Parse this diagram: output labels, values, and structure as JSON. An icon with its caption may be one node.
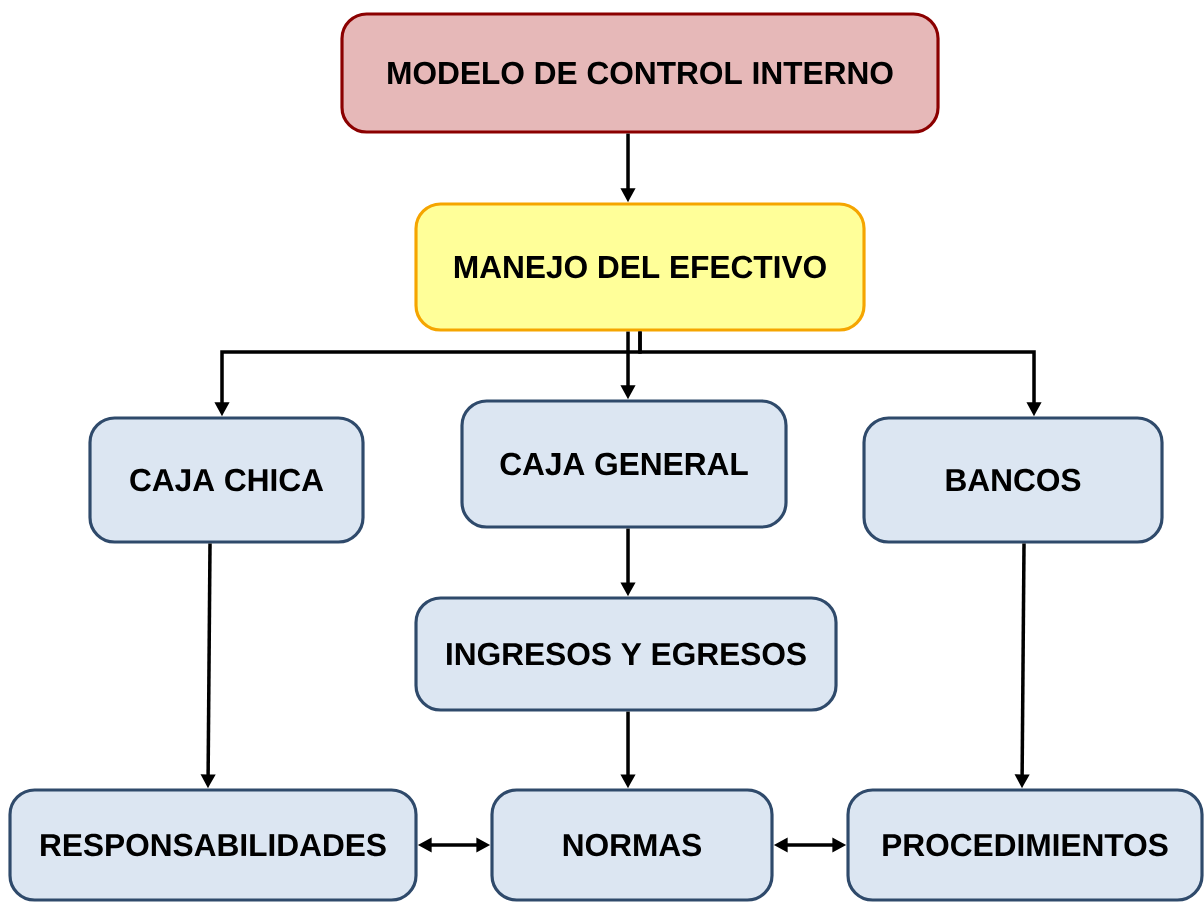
{
  "diagram": {
    "nodes": [
      {
        "text": [
          "MODELO DE CONTROL INTERNO"
        ]
      },
      {
        "text": [
          "MANEJO DEL EFECTIVO"
        ]
      },
      {
        "text": [
          "CAJA CHICA"
        ]
      },
      {
        "text": [
          "CAJA GENERAL"
        ]
      },
      {
        "text": [
          "BANCOS"
        ]
      },
      {
        "text": [
          "INGRESOS Y EGRESOS"
        ]
      },
      {
        "text": [
          "RESPONSABILIDADES"
        ]
      },
      {
        "text": [
          "NORMAS"
        ]
      },
      {
        "text": [
          "PROCEDIMIENTOS"
        ]
      }
    ],
    "edges": [
      {
        "from": 0,
        "to": 1,
        "arrow": "to"
      },
      {
        "from": 1,
        "to": 2,
        "arrow": "to"
      },
      {
        "from": 1,
        "to": 3,
        "arrow": "to"
      },
      {
        "from": 1,
        "to": 4,
        "arrow": "to"
      },
      {
        "from": 3,
        "to": 5,
        "arrow": "to"
      },
      {
        "from": 2,
        "to": 6,
        "arrow": "to"
      },
      {
        "from": 5,
        "to": 7,
        "arrow": "to"
      },
      {
        "from": 4,
        "to": 8,
        "arrow": "to"
      },
      {
        "from": 6,
        "to": 7,
        "arrow": "both"
      },
      {
        "from": 7,
        "to": 8,
        "arrow": "both"
      }
    ]
  }
}
